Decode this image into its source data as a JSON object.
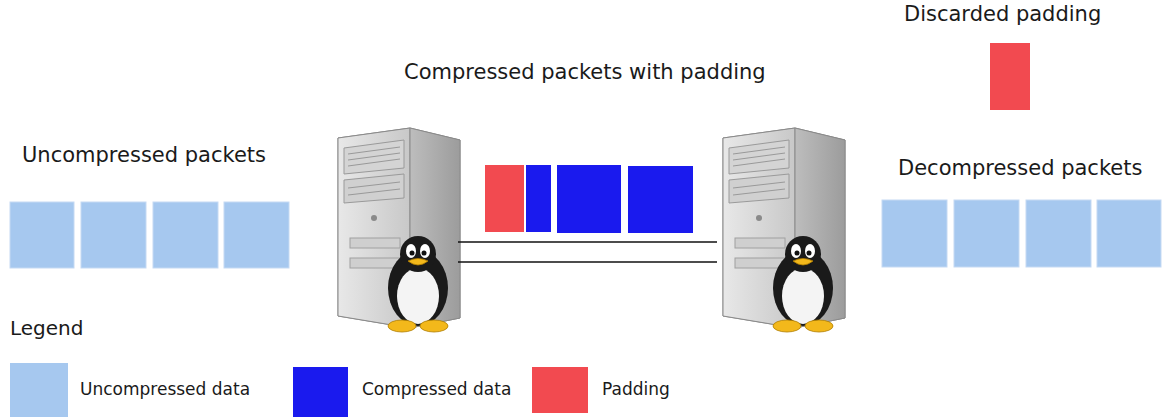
{
  "diagram": {
    "labels": [
      "Discarded padding",
      "Compressed packets with padding",
      "Uncompressed packets",
      "Decompressed packets",
      "Legend"
    ],
    "legend": [
      {
        "text": "Uncompressed data",
        "color": "#a6c8ef"
      },
      {
        "text": "Compressed data",
        "color": "#1a1aee"
      },
      {
        "text": "Padding",
        "color": "#f24a50"
      }
    ]
  }
}
